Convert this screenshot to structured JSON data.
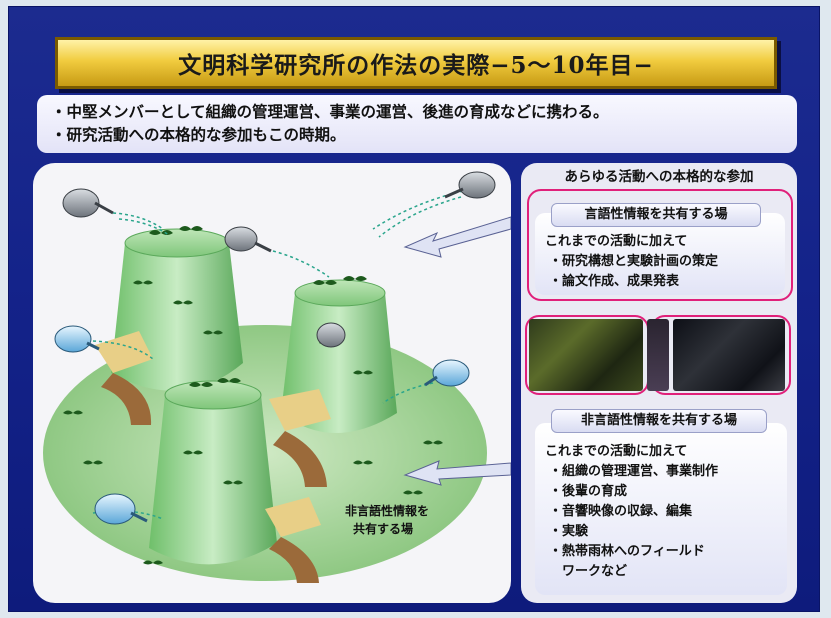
{
  "title": "文明科学研究所の作法の実際−5〜10年目−",
  "summary": {
    "lines": [
      "・中堅メンバーとして組織の管理運営、事業の運営、後進の育成などに携わる。",
      "・研究活動への本格的な参加もこの時期。"
    ]
  },
  "illustration": {
    "label_lines": [
      "非言語性情報を",
      "共有する場"
    ]
  },
  "right_panel": {
    "header": "あらゆる活動への本格的な参加",
    "verbal": {
      "title": "言語性情報を共有する場",
      "lead": "これまでの活動に加えて",
      "items": [
        "・研究構想と実験計画の策定",
        "・論文作成、成果発表"
      ]
    },
    "nonverbal": {
      "title": "非言語性情報を共有する場",
      "lead": "これまでの活動に加えて",
      "items": [
        "・組織の管理運営、事業制作",
        "・後輩の育成",
        "・音響映像の収録、編集",
        "・実験",
        "・熱帯雨林へのフィールド",
        "　ワークなど"
      ]
    }
  },
  "colors": {
    "background": "#14238a",
    "title_gold": "#f1cc3f",
    "accent_pink": "#e0207a",
    "stump_green": "#9fd49a"
  },
  "icons": [
    "watering-can-icon",
    "sprout-icon",
    "arrow-icon"
  ]
}
